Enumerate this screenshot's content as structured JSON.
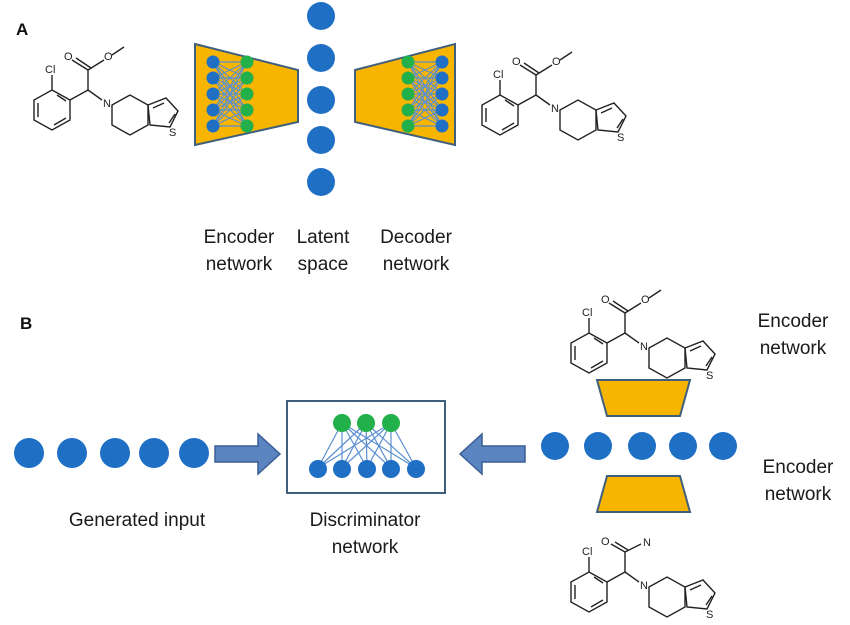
{
  "panels": {
    "a": {
      "letter": "A",
      "labels": {
        "encoder": [
          "Encoder",
          "network"
        ],
        "latent": [
          "Latent",
          "space"
        ],
        "decoder": [
          "Decoder",
          "network"
        ]
      }
    },
    "b": {
      "letter": "B",
      "labels": {
        "generated": "Generated input",
        "discriminator": [
          "Discriminator",
          "network"
        ],
        "encoder_top": [
          "Encoder",
          "network"
        ],
        "encoder_bottom": [
          "Encoder",
          "network"
        ]
      }
    }
  },
  "molecule_atoms": {
    "chlorine": "Cl",
    "nitrogen": "N",
    "sulfur": "S",
    "oxygen": "O"
  },
  "colors": {
    "node_blue": "#1f6fc5",
    "node_green": "#22b04b",
    "trapezoid_fill": "#f7b500",
    "trapezoid_stroke": "#3f5f7d",
    "edge": "#5a8fd0",
    "arrow_fill": "#5b85c0",
    "arrow_stroke": "#3b5f95",
    "box_stroke": "#3f5f7d"
  }
}
